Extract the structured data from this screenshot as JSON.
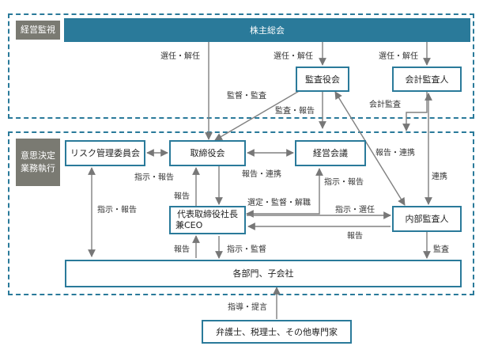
{
  "zones": {
    "oversight": {
      "tag": "経営監視"
    },
    "execution": {
      "tag_line1": "意思決定",
      "tag_line2": "業務執行"
    }
  },
  "boxes": {
    "shareholders": "株主総会",
    "audit_board": "監査役会",
    "accounting_auditor": "会計監査人",
    "risk_committee": "リスク管理委員会",
    "board": "取締役会",
    "management_meeting": "経営会議",
    "ceo_line1": "代表取締役社長",
    "ceo_line2": "兼CEO",
    "internal_audit": "内部監査人",
    "departments": "各部門、子会社",
    "advisors": "弁護士、税理士、その他専門家"
  },
  "labels": {
    "elect_board": "選任・解任",
    "elect_audit": "選任・解任",
    "elect_accounting": "選任・解任",
    "supervise_audit": "監督・監査",
    "audit_report": "監査・報告",
    "accounting_audit": "会計監査",
    "report_coord_audit": "報告・連携",
    "instruct_report_risk": "指示・報告",
    "report_coord_mgmt": "報告・連携",
    "instruct_report_mgmt": "指示・報告",
    "report_to_board": "報告",
    "select_supervise_dismiss": "選定・監督・解職",
    "instruct_report_left": "指示・報告",
    "instruct_select": "指示・選任",
    "coordination": "連携",
    "report_internal": "報告",
    "report_dept": "報告",
    "instruct_supervise": "指示・監督",
    "audit_dept": "監査",
    "guidance": "指導・提言"
  }
}
